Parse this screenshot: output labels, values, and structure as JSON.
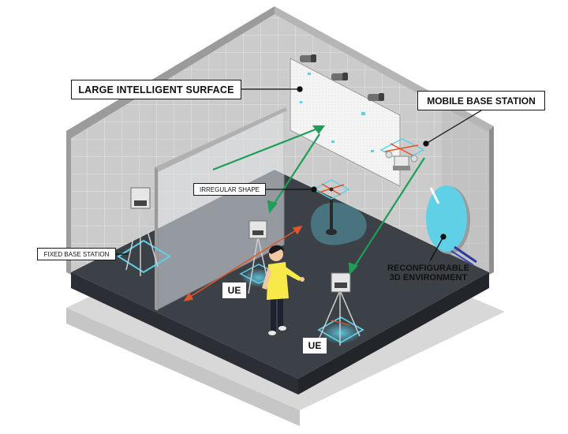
{
  "labels": {
    "large_intelligent_surface": "LARGE INTELLIGENT SURFACE",
    "mobile_base_station": "MOBILE BASE STATION",
    "irregular_shape": "IRREGULAR SHAPE",
    "fixed_base_station": "FIXED BASE STATION",
    "reconfigurable_line1": "RECONFIGURABLE",
    "reconfigurable_line2": "3D ENVIRONMENT",
    "ue_1": "UE",
    "ue_2": "UE"
  },
  "colors": {
    "floor": "#3c4148",
    "wall": "#cfcfcf",
    "grid": "#e2e2e2",
    "green_arrow": "#1e9e57",
    "red_arrow": "#e0552a",
    "cyan": "#5fd0e6",
    "person_shirt": "#f7e94a"
  }
}
